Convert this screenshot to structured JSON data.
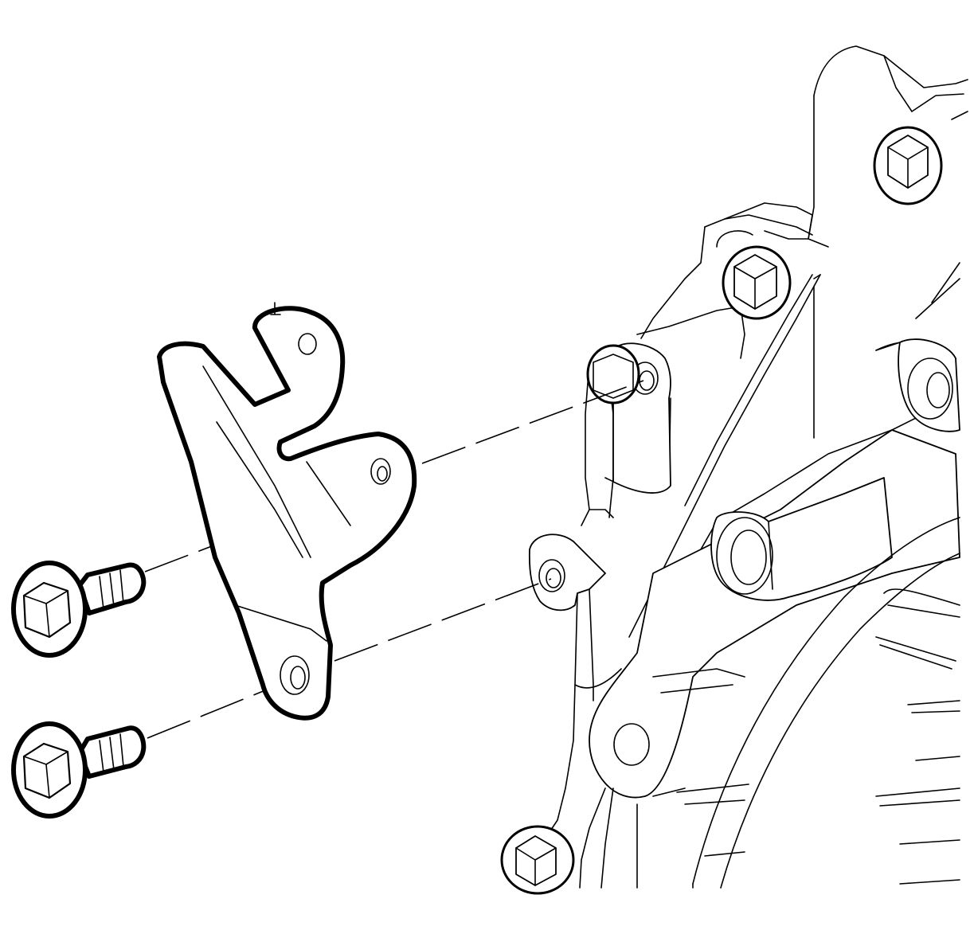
{
  "diagram": {
    "type": "exploded-view-line-drawing",
    "colors": {
      "line": "#000000",
      "background": "#ffffff"
    },
    "parts": [
      {
        "id": "bracket",
        "icon": "mounting-bracket-icon"
      },
      {
        "id": "bolt-upper",
        "icon": "hex-flange-bolt-icon"
      },
      {
        "id": "bolt-lower",
        "icon": "hex-flange-bolt-icon"
      },
      {
        "id": "housing",
        "icon": "transmission-housing-icon"
      }
    ],
    "text": []
  }
}
